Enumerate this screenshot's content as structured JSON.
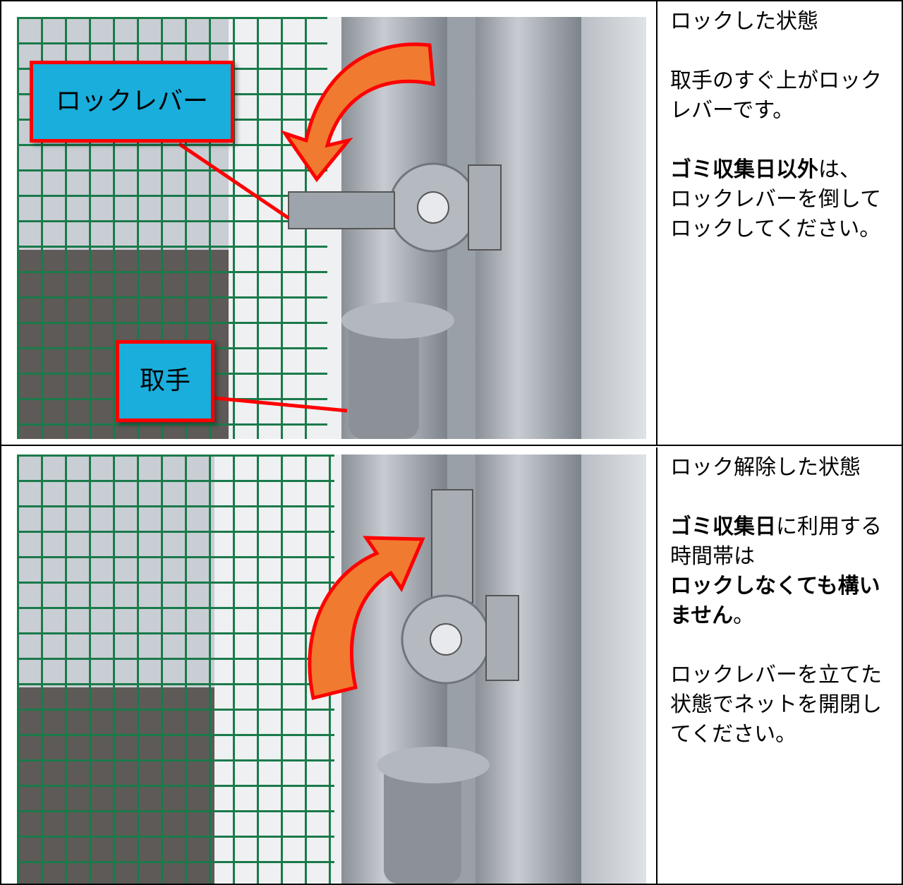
{
  "rows": [
    {
      "callouts": {
        "lever": "ロックレバー",
        "handle": "取手"
      },
      "text": {
        "title": "ロックした状態",
        "line1": "取手のすぐ上がロックレバーです。",
        "bold1": "ゴミ収集日以外",
        "line2_suffix": "は、",
        "line3": "ロックレバーを倒してロックしてください。"
      }
    },
    {
      "text": {
        "title": "ロック解除した状態",
        "bold1": "ゴミ収集日",
        "line1_suffix": "に利用する時間帯は",
        "bold2": "ロックしなくても構いません",
        "line2_suffix": "。",
        "line3": "ロックレバーを立てた状態でネットを開閉してください。"
      }
    }
  ],
  "colors": {
    "callout_fill": "#1aaedc",
    "callout_border": "#ff0000",
    "arrow_fill": "#f07a30",
    "arrow_border": "#ff0000",
    "net": "#1a7a4a"
  },
  "icons": [
    "arrow-down-left-icon",
    "arrow-up-right-icon"
  ]
}
